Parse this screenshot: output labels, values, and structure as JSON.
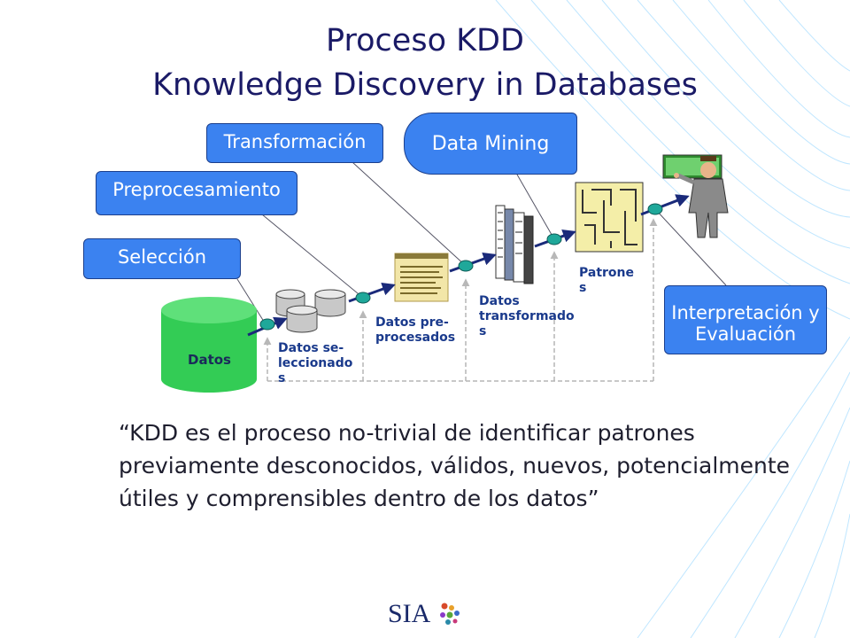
{
  "slide": {
    "title_line1": "Proceso KDD",
    "title_line2": "Knowledge Discovery in Databases"
  },
  "steps": {
    "seleccion": "Selección",
    "preprocesamiento": "Preprocesamiento",
    "transformacion": "Transformación",
    "data_mining": "Data Mining",
    "interpretacion": "Interpretación y\nEvaluación"
  },
  "stage_labels": {
    "datos": "Datos",
    "seleccionados": "Datos se-\nleccionado\ns",
    "preprocesados": "Datos pre-\nprocesados",
    "transformados": "Datos\ntransformado\ns",
    "patrones": "Patrone\ns"
  },
  "quote": "“KDD es el proceso no-trivial de identificar patrones previamente desconocidos, válidos, nuevos, potencialmente útiles y comprensibles dentro de los datos”",
  "logo": {
    "text": "SIA"
  },
  "colors": {
    "box_fill": "#3b82f0",
    "box_border": "#1c3f8c",
    "datos_cylinder": "#33cc55",
    "arrow": "#1a2a7a",
    "node": "#1fa89a",
    "title_text": "#1a1a66"
  }
}
